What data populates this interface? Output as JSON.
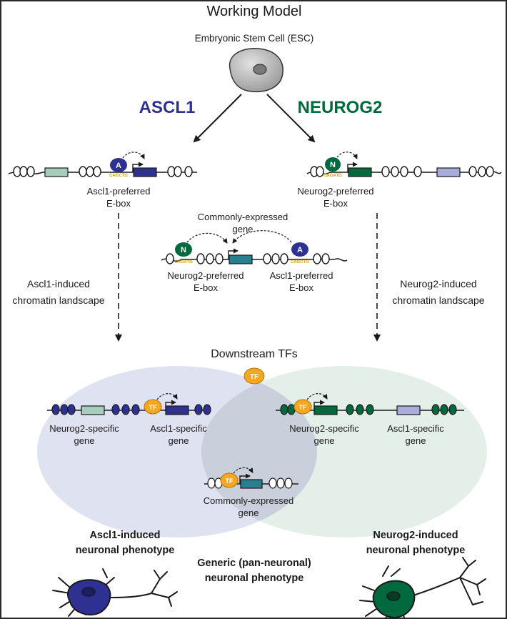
{
  "title": "Working Model",
  "esc_label": "Embryonic Stem Cell (ESC)",
  "ascl1": {
    "name": "ASCL1",
    "color": "#2e3192"
  },
  "neurog2": {
    "name": "NEUROG2",
    "color": "#00693e"
  },
  "left_locus": {
    "label_line1": "Ascl1-preferred",
    "label_line2": "E-box",
    "tf_letter": "A",
    "motif": "CAGCTG"
  },
  "right_locus": {
    "label_line1": "Neurog2-preferred",
    "label_line2": "E-box",
    "tf_letter": "N",
    "motif": "CAGATG"
  },
  "common_locus": {
    "title_line1": "Commonly-expressed",
    "title_line2": "gene",
    "left_label_line1": "Neurog2-preferred",
    "left_label_line2": "E-box",
    "right_label_line1": "Ascl1-preferred",
    "right_label_line2": "E-box",
    "left_tf": "N",
    "right_tf": "A",
    "left_motif": "CAGATG",
    "right_motif": "CAGCTG"
  },
  "left_landscape": {
    "line1": "Ascl1-induced",
    "line2": "chromatin landscape"
  },
  "right_landscape": {
    "line1": "Neurog2-induced",
    "line2": "chromatin landscape"
  },
  "downstream": {
    "title": "Downstream TFs",
    "tf_label": "TF",
    "tf_color": "#f5a623"
  },
  "left_set": {
    "gene1_line1": "Neurog2-specific",
    "gene1_line2": "gene",
    "gene2_line1": "Ascl1-specific",
    "gene2_line2": "gene",
    "fill": "#dcdff0"
  },
  "right_set": {
    "gene1_line1": "Neurog2-specific",
    "gene1_line2": "gene",
    "gene2_line1": "Ascl1-specific",
    "gene2_line2": "gene",
    "fill": "#dfece5"
  },
  "overlap": {
    "line1": "Commonly-expressed",
    "line2": "gene"
  },
  "phenotypes": {
    "left_line1": "Ascl1-induced",
    "left_line2": "neuronal phenotype",
    "center_line1": "Generic (pan-neuronal)",
    "center_line2": "neuronal phenotype",
    "right_line1": "Neurog2-induced",
    "right_line2": "neuronal phenotype"
  },
  "colors": {
    "gene_teal_light": "#a6cdbb",
    "gene_lavender": "#a8acd8",
    "gene_common": "#2a7f8e",
    "cell_gray": "#b8b8b8"
  }
}
